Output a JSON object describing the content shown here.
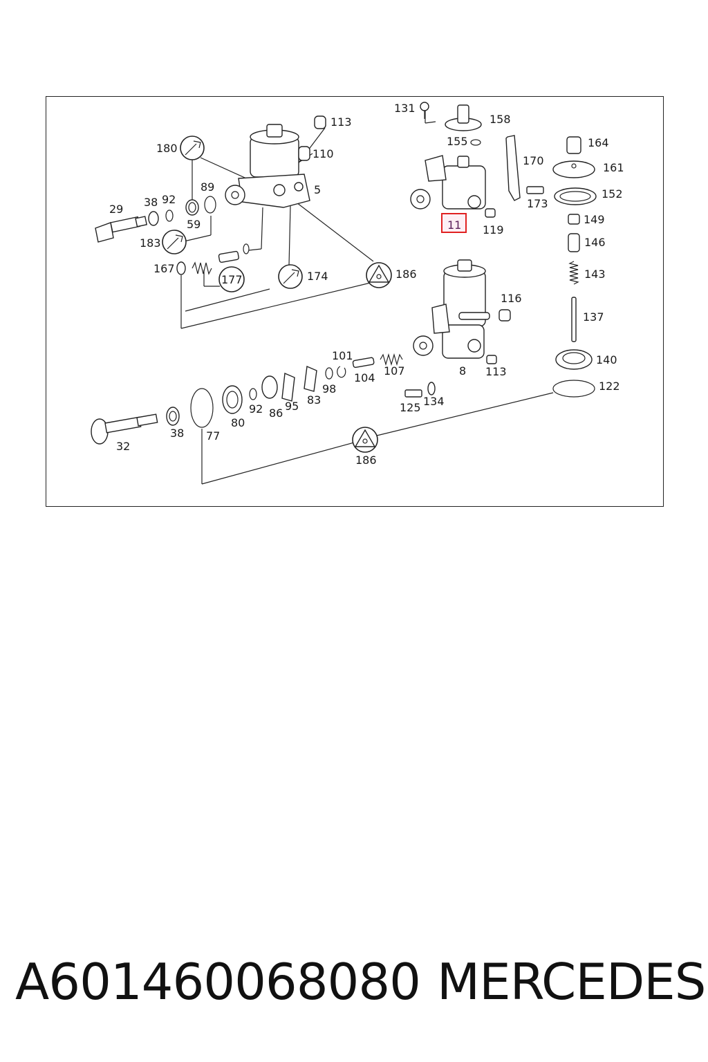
{
  "diagram": {
    "highlight_color": "#e02020",
    "highlighted_label": "11",
    "labels": {
      "l131": "131",
      "l158": "158",
      "l113a": "113",
      "l155": "155",
      "l180": "180",
      "l110": "110",
      "l170": "170",
      "l164": "164",
      "l161": "161",
      "l89": "89",
      "l5": "5",
      "l152": "152",
      "l29": "29",
      "l38a": "38",
      "l92a": "92",
      "l59": "59",
      "l173": "173",
      "l149": "149",
      "l11": "11",
      "l119": "119",
      "l183": "183",
      "l146": "146",
      "l167": "167",
      "l177": "177",
      "l174": "174",
      "l186a": "186",
      "l143": "143",
      "l116": "116",
      "l137": "137",
      "l101": "101",
      "l104": "104",
      "l107": "107",
      "l8": "8",
      "l113b": "113",
      "l140": "140",
      "l122": "122",
      "l98": "98",
      "l83": "83",
      "l95": "95",
      "l86": "86",
      "l92b": "92",
      "l80": "80",
      "l125": "125",
      "l134": "134",
      "l38b": "38",
      "l77": "77",
      "l32": "32",
      "l186b": "186"
    }
  },
  "caption": {
    "part_number": "A601460068080",
    "brand": "MERCEDES"
  }
}
